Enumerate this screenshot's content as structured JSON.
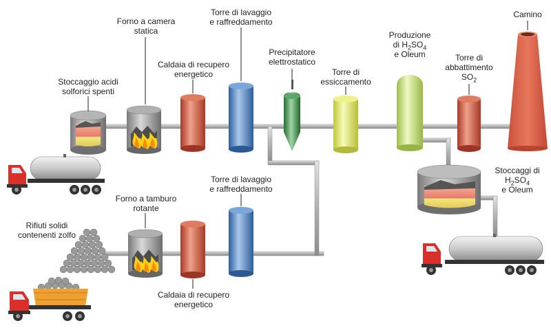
{
  "labels": {
    "stoccaggio_acidi": [
      "Stoccaggio acidi",
      "solforici spenti"
    ],
    "forno_camera": [
      "Forno a camera",
      "statica"
    ],
    "caldaia_top": [
      "Caldaia di recupero",
      "energetico"
    ],
    "torre_lavaggio_top": [
      "Torre di lavaggio",
      "e raffreddamento"
    ],
    "precipitatore": [
      "Precipitatore",
      "elettrostatico"
    ],
    "torre_essiccamento": [
      "Torre di",
      "essiccamento"
    ],
    "produzione": {
      "line1": "Produzione",
      "line2_pre": "di H",
      "line2_sub1": "2",
      "line2_mid": "SO",
      "line2_sub2": "4",
      "line3": "e Oleum"
    },
    "torre_abbattimento": {
      "line1": "Torre di",
      "line2": "abbattimento",
      "line3_pre": "SO",
      "line3_sub": "2"
    },
    "camino": "Camino",
    "stoccaggi": {
      "line1": "Stoccaggi di",
      "line2_pre": "H",
      "line2_sub1": "2",
      "line2_mid": "SO",
      "line2_sub2": "4",
      "line3": "e Oleum"
    },
    "torre_lavaggio_bottom": [
      "Torre di lavaggio",
      "e raffreddamento"
    ],
    "forno_tamburo": [
      "Forno a tamburo",
      "rotante"
    ],
    "rifiuti_solidi": [
      "Rifiuti solidi",
      "contenenti zolfo"
    ],
    "caldaia_bottom": [
      "Caldaia di recupero",
      "energetico"
    ]
  },
  "colors": {
    "pipe": "#b8b8b8",
    "furnace": "#8a8a8a",
    "boiler": "#c8553d",
    "wash_tower": "#4f86c6",
    "precipitator": "#3f8f4f",
    "drying_tower": "#dfe65a",
    "production": "#c9e27a",
    "abatement": "#c8553d",
    "chimney": "#de6648",
    "truck_cab": "#d9302a",
    "dump_bed": "#f0a030"
  }
}
